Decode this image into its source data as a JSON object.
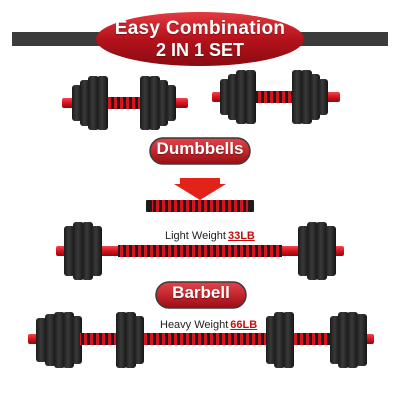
{
  "banner": {
    "line1": "Easy Combination",
    "line2": "2 IN 1 SET"
  },
  "sections": {
    "dumbbells_label": "Dumbbells",
    "barbell_label": "Barbell"
  },
  "weights": {
    "light_prefix": "Light Weight",
    "light_value": "33LB",
    "heavy_prefix": "Heavy Weight",
    "heavy_value": "66LB"
  },
  "colors": {
    "banner_red": "#c4161c",
    "plate_dark": "#262626",
    "handle_red": "#d8121e",
    "arrow_red": "#e2231a",
    "label_red": "#c40d0d"
  },
  "icons": {
    "arrow": "down-arrow-icon"
  }
}
